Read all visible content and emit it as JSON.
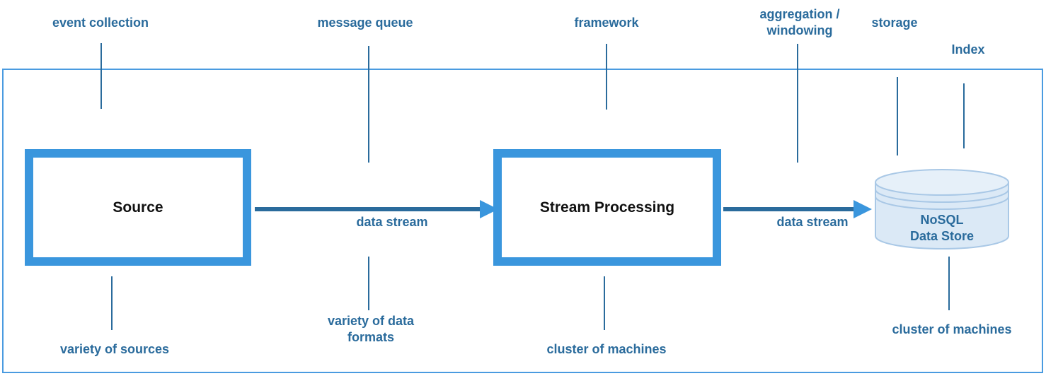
{
  "top_labels": {
    "event_collection": "event collection",
    "message_queue": "message queue",
    "framework": "framework",
    "aggregation_line1": "aggregation /",
    "aggregation_line2": "windowing",
    "storage": "storage",
    "index": "Index"
  },
  "nodes": {
    "source": "Source",
    "stream_processing": "Stream Processing",
    "datastore_line1": "NoSQL",
    "datastore_line2": "Data Store"
  },
  "edges": {
    "stream1": "data stream",
    "stream2": "data stream"
  },
  "bottom_labels": {
    "variety_sources": "variety of sources",
    "formats_line1": "variety of data",
    "formats_line2": "formats",
    "cluster1": "cluster of machines",
    "cluster2": "cluster of machines"
  },
  "colors": {
    "box_border": "#3a96dd",
    "text_accent": "#2a6b9c",
    "arrow": "#2a6b9c",
    "db_fill": "#dbe9f6",
    "db_stroke": "#a9c8e6"
  }
}
